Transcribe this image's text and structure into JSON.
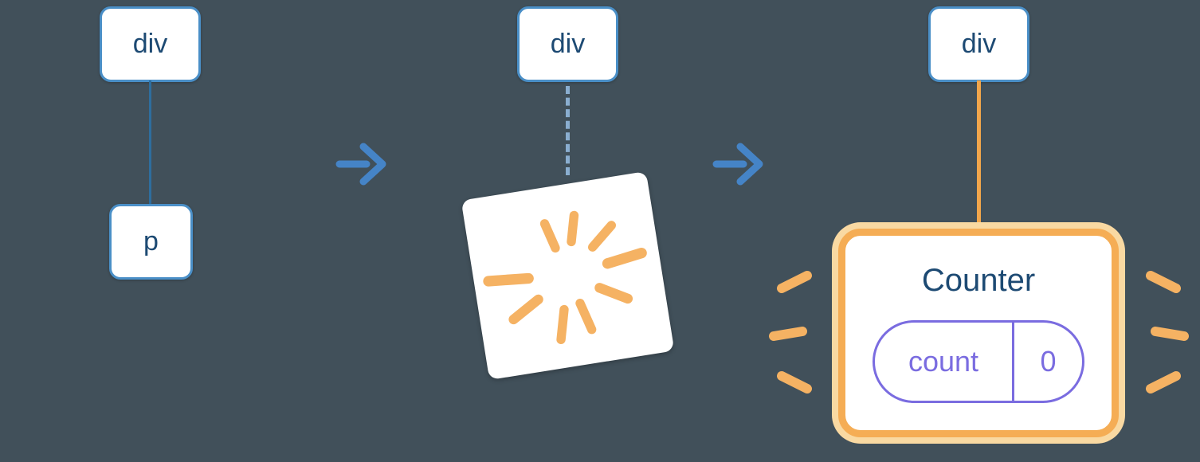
{
  "palette": {
    "bg": "#41505a",
    "node_border": "#4a8fc7",
    "node_text": "#1d4a73",
    "edge_blue": "#2e6e9e",
    "edge_dash": "#8aaed0",
    "arrow": "#4584c7",
    "orange": "#f5b263",
    "orange_edge": "#f2a64b",
    "card_border": "#f5ad55",
    "card_glow": "#f9d9a2",
    "purple": "#7a6ce0",
    "title_text": "#1d4a73"
  },
  "before_tree": {
    "parent_label": "div",
    "child_label": "p"
  },
  "poof_tree": {
    "parent_label": "div"
  },
  "after_tree": {
    "parent_label": "div",
    "component_title": "Counter",
    "state": {
      "key": "count",
      "value": "0"
    }
  },
  "icons": {
    "arrows": "arrow-right-icon",
    "poof": "poof-burst-icon",
    "sparks": "sparks-icon"
  }
}
